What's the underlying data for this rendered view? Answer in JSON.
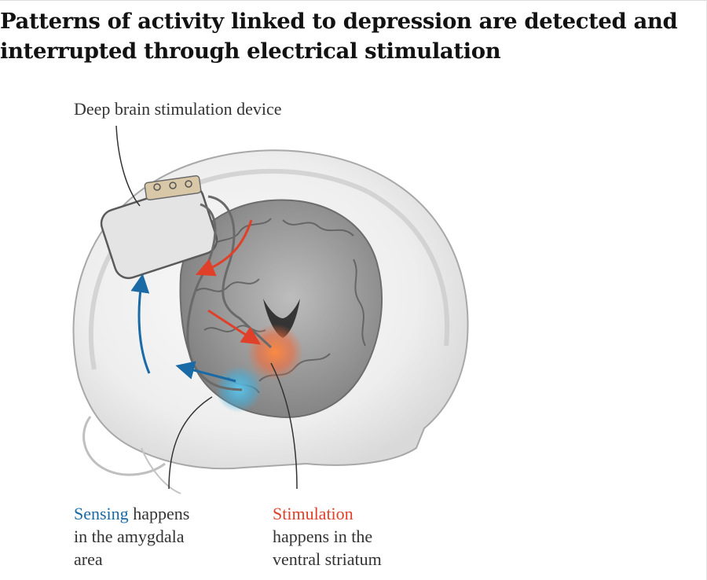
{
  "headline": {
    "line1": "Patterns of activity linked to depression are detected and",
    "line2": "interrupted through electrical stimulation"
  },
  "labels": {
    "device": "Deep brain stimulation device",
    "sensing": {
      "highlight": "Sensing",
      "rest": " happens",
      "line2": "in the amygdala",
      "line3": "area"
    },
    "stimulation": {
      "highlight": "Stimulation",
      "line2": "happens in the",
      "line3": "ventral striatum"
    }
  },
  "colors": {
    "sensing_accent": "#1a6aa6",
    "stimulation_accent": "#e0402a",
    "text": "#333333",
    "headline": "#121212"
  },
  "icons": {
    "illustration": "brain-cross-section-with-implant"
  }
}
